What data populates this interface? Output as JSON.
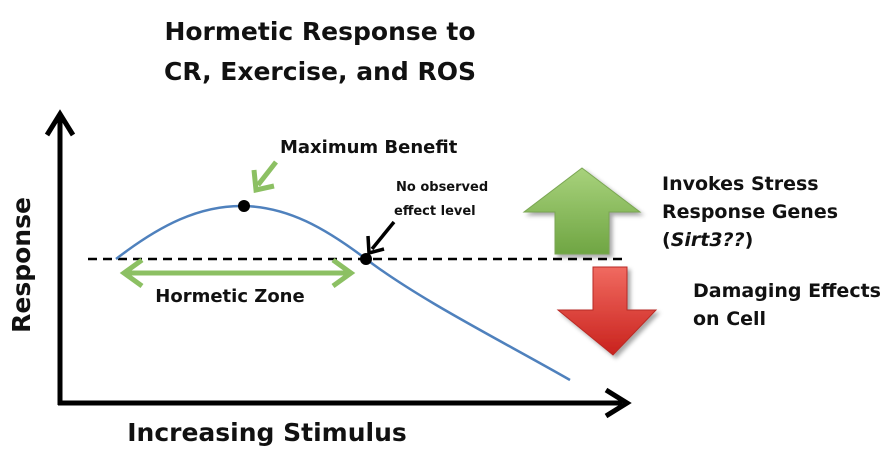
{
  "title": {
    "line1": "Hormetic Response to",
    "line2": "CR, Exercise, and ROS"
  },
  "axes": {
    "x_label": "Increasing Stimulus",
    "y_label": "Response"
  },
  "annotations": {
    "max_benefit": "Maximum Benefit",
    "noel_line1": "No observed",
    "noel_line2": "effect level",
    "hormetic_zone": "Hormetic Zone",
    "stress_line1": "Invokes Stress",
    "stress_line2": "Response Genes",
    "stress_line3_open": "(",
    "stress_line3_gene": "Sirt3??",
    "stress_line3_close": ")",
    "damage_line1": "Damaging Effects",
    "damage_line2": "on Cell"
  },
  "colors": {
    "curve": "#4f81bd",
    "green_arrow": "#8cc063",
    "red_arrow": "#e03a36",
    "axis": "#000000",
    "text": "#111111"
  },
  "icons": {
    "up_arrow": "green-up-arrow-icon",
    "down_arrow": "red-down-arrow-icon"
  }
}
